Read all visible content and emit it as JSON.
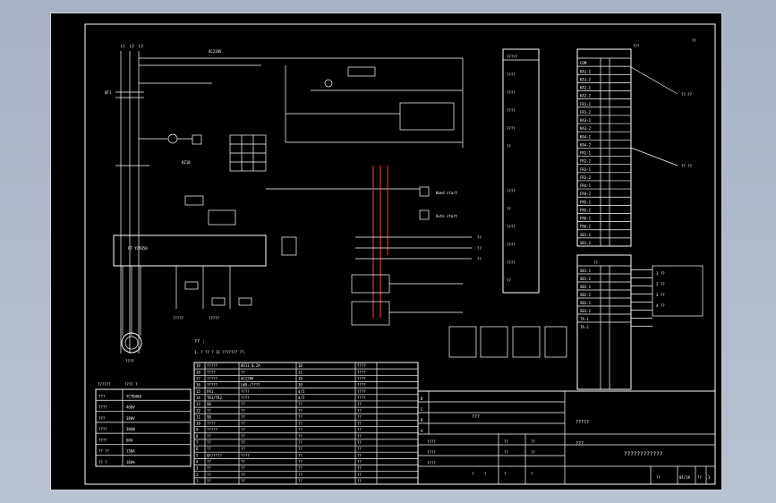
{
  "drawing": {
    "title_block": {
      "rev_rows": [
        "D",
        "C",
        "B",
        "A"
      ],
      "box_a": "???",
      "box_b": "?????",
      "small_labels": [
        "??",
        "??",
        "??",
        "??"
      ],
      "sign_rows": [
        "????",
        "????",
        "????"
      ],
      "drawing_name": "????????????",
      "scale_label": "???",
      "sheet_info": [
        "??",
        "01/1#",
        "??",
        "3"
      ],
      "date_row": [
        "?",
        "?",
        "?",
        "?"
      ],
      "marks": [
        "??"
      ]
    },
    "notes": {
      "header": "?? :",
      "line1": "1. ?  ?? ?  11 ??????? ??."
    },
    "left_table": {
      "header": [
        "??????",
        "????  ?"
      ],
      "rows": [
        [
          "???",
          "YCTB400"
        ],
        [
          "????",
          "400V"
        ],
        [
          "???",
          "380V"
        ],
        [
          "????",
          "30kW"
        ],
        [
          "????",
          "60A"
        ],
        [
          "?? ??",
          "150A"
        ],
        [
          "?? ?",
          "160%"
        ]
      ]
    },
    "parts_list": {
      "rows": [
        [
          "19",
          "?????",
          "AD11  0.2A",
          "10",
          "????"
        ],
        [
          "18",
          "????",
          "??",
          "11",
          "????"
        ],
        [
          "17",
          "?????",
          "AC220V",
          "10",
          "????"
        ],
        [
          "16",
          "?????",
          "LW5-/????",
          "10",
          "????"
        ],
        [
          "15",
          "FR1",
          "????",
          "4/5",
          "????"
        ],
        [
          "14",
          "TR1/TR2",
          "????",
          "4/5",
          "????"
        ],
        [
          "13",
          "SB",
          "??",
          "??",
          "??"
        ],
        [
          "12",
          "??",
          "??",
          "??",
          "??"
        ],
        [
          "11",
          "SB",
          "??",
          "??",
          "??"
        ],
        [
          "10",
          "????",
          "??",
          "??",
          "??"
        ],
        [
          "9",
          "?????",
          "??",
          "??",
          "??"
        ],
        [
          "8",
          "??",
          "??",
          "??",
          "??"
        ],
        [
          "7",
          "??",
          "??",
          "??",
          "??"
        ],
        [
          "6",
          "??",
          "??",
          "??",
          "??"
        ],
        [
          "5",
          "QF/????",
          "????",
          "??",
          "??"
        ],
        [
          "4",
          "??",
          "??",
          "??",
          "??"
        ],
        [
          "3",
          "??",
          "??",
          "??",
          "??"
        ],
        [
          "2",
          "??",
          "??",
          "??",
          "??"
        ],
        [
          "1",
          "??",
          "??",
          "??",
          "??"
        ]
      ]
    },
    "terminal_right_top": {
      "header": "???",
      "rows": [
        "COM",
        "KA1-1",
        "KA1-2",
        "KA2-1",
        "KA2-2",
        "FR1-1",
        "FR1-2",
        "KA3-1",
        "KA3-2",
        "KA4-1",
        "KA4-2",
        "FR2-1",
        "FR2-2",
        "FR3-1",
        "FR3-2",
        "FR4-1",
        "FR4-2",
        "FR5-1",
        "FR5-2",
        "FR6-1",
        "FR6-2",
        "SB1-1",
        "SB1-2"
      ],
      "side_label_a": "?? ??",
      "side_label_b": "?? ??"
    },
    "terminal_right_bottom": {
      "header": "??",
      "rows": [
        "SB1-1",
        "SB1-2",
        "SB2-1",
        "SB2-2",
        "SB3-1",
        "SB3-2",
        "TA-1",
        "TA-2"
      ],
      "side_box": [
        "1 ??",
        "2 ??",
        "3 ??",
        "4 ??"
      ]
    },
    "center_column": {
      "labels": [
        "?????",
        "????",
        "????",
        "????",
        "????",
        "??",
        "????",
        "??",
        "????",
        "????",
        "????",
        "??"
      ]
    },
    "left_labels": {
      "phases": [
        "L1",
        "L2",
        "L3"
      ],
      "qf": "QF1",
      "vfd": "PT YCM350",
      "motor": "????",
      "misc": [
        "AC220V",
        "Hand start",
        "Auto start",
        "??",
        "??",
        "??"
      ]
    }
  }
}
